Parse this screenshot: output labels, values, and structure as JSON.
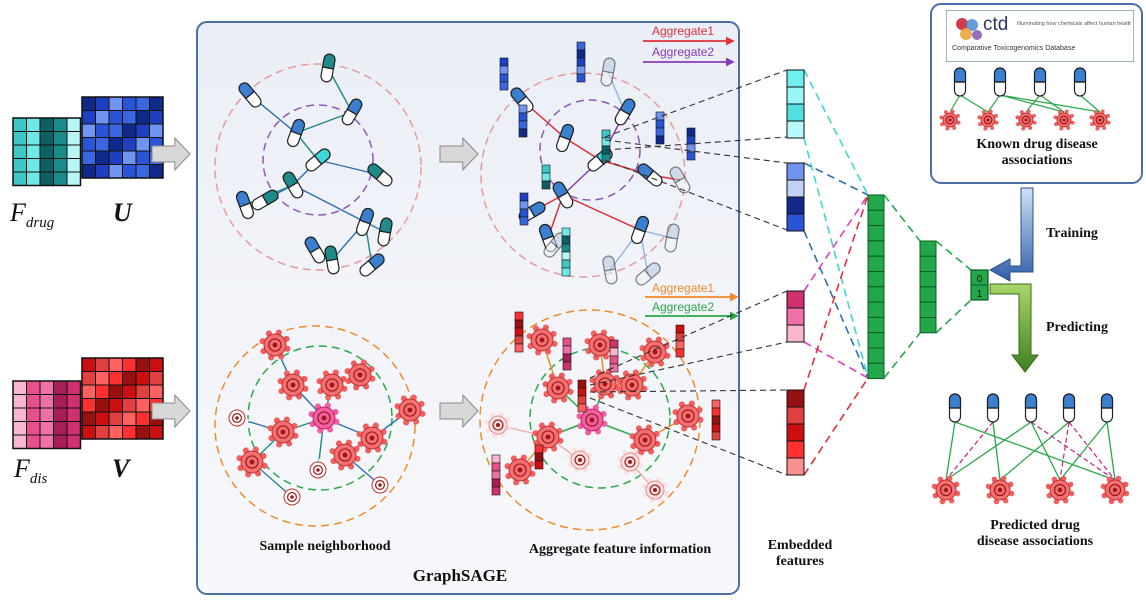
{
  "inputs": {
    "drug_matrix_label": "F",
    "drug_matrix_sub": "drug",
    "drug_embed_label": "U",
    "dis_matrix_label": "F",
    "dis_matrix_sub": "dis",
    "dis_embed_label": "V"
  },
  "graphsage": {
    "title": "GraphSAGE",
    "sample_label": "Sample neighborhood",
    "aggregate_label": "Aggregate feature information",
    "drug_legend": [
      "Aggregate1",
      "Aggregate2"
    ],
    "dis_legend": [
      "Aggregate1",
      "Aggregate2"
    ]
  },
  "embedded": {
    "label_line1": "Embedded",
    "label_line2": "features"
  },
  "classifier": {
    "output_top": "0",
    "output_bottom": "1"
  },
  "ctd": {
    "logo_text": "ctd",
    "tagline": "Illuminating how chemicals affect human health",
    "db_name": "Comparative Toxicogenomics Database"
  },
  "known": {
    "line1": "Known drug disease",
    "line2": "associations"
  },
  "training_label": "Training",
  "predicting_label": "Predicting",
  "predicted": {
    "line1": "Predicted drug",
    "line2": "disease associations"
  },
  "colors": {
    "drug_matrix": [
      "#1a8a8a",
      "#6fe8e8",
      "#b8f5f5",
      "#0e5f66",
      "#3fc6c6"
    ],
    "u_matrix": [
      "#1e3fbf",
      "#3a66e0",
      "#6f95f0",
      "#0f2a8a",
      "#2a54d6"
    ],
    "dis_matrix": [
      "#d0306e",
      "#f070a8",
      "#f8b6cf",
      "#a81f55",
      "#e8508c"
    ],
    "v_matrix": [
      "#cc1010",
      "#ff3030",
      "#e04040",
      "#991010",
      "#ff6060"
    ],
    "panel_border": "#4b6fa8",
    "green_dense": "#22a84a",
    "agg1_drug": "#e0303a",
    "agg2_drug": "#8a3ab8",
    "agg1_dis": "#f08a2a",
    "agg2_dis": "#2aa848"
  }
}
